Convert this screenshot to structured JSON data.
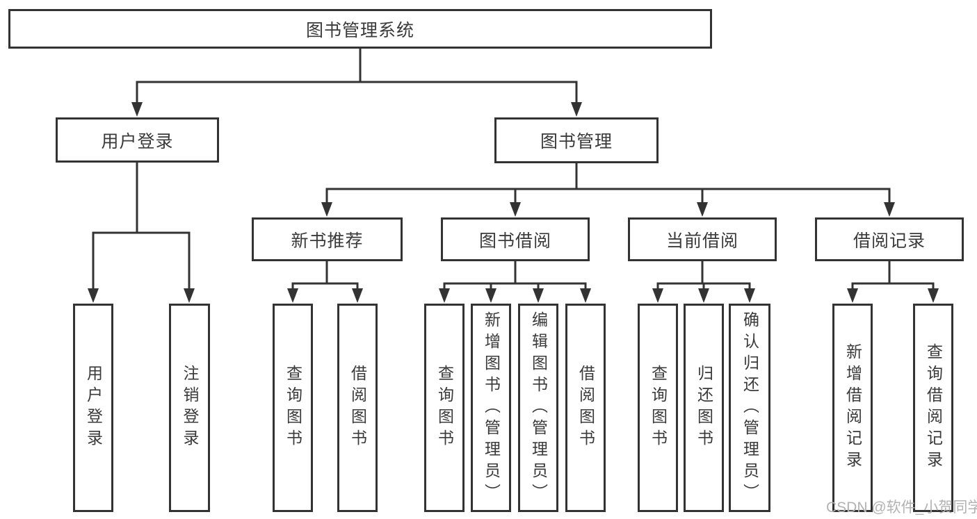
{
  "colors": {
    "line": "#333333",
    "text": "#3a3a3a",
    "background": "#ffffff",
    "watermark": "#b2b2b2"
  },
  "root": {
    "label": "图书管理系统"
  },
  "level1": [
    {
      "label": "用户登录"
    },
    {
      "label": "图书管理"
    }
  ],
  "level2": [
    {
      "label": "新书推荐",
      "parent": "图书管理"
    },
    {
      "label": "图书借阅",
      "parent": "图书管理"
    },
    {
      "label": "当前借阅",
      "parent": "图书管理"
    },
    {
      "label": "借阅记录",
      "parent": "图书管理"
    }
  ],
  "leaves": [
    {
      "label": "用户登录",
      "parent": "用户登录"
    },
    {
      "label": "注销登录",
      "parent": "用户登录"
    },
    {
      "label": "查询图书",
      "parent": "新书推荐"
    },
    {
      "label": "借阅图书",
      "parent": "新书推荐"
    },
    {
      "label": "查询图书",
      "parent": "图书借阅"
    },
    {
      "label": "新增图书（管理员）",
      "parent": "图书借阅"
    },
    {
      "label": "编辑图书（管理员）",
      "parent": "图书借阅"
    },
    {
      "label": "借阅图书",
      "parent": "图书借阅"
    },
    {
      "label": "查询图书",
      "parent": "当前借阅"
    },
    {
      "label": "归还图书",
      "parent": "当前借阅"
    },
    {
      "label": "确认归还（管理员）",
      "parent": "当前借阅"
    },
    {
      "label": "新增借阅记录",
      "parent": "借阅记录"
    },
    {
      "label": "查询借阅记录",
      "parent": "借阅记录"
    }
  ],
  "watermark": "CSDN @软件_小贺同学"
}
